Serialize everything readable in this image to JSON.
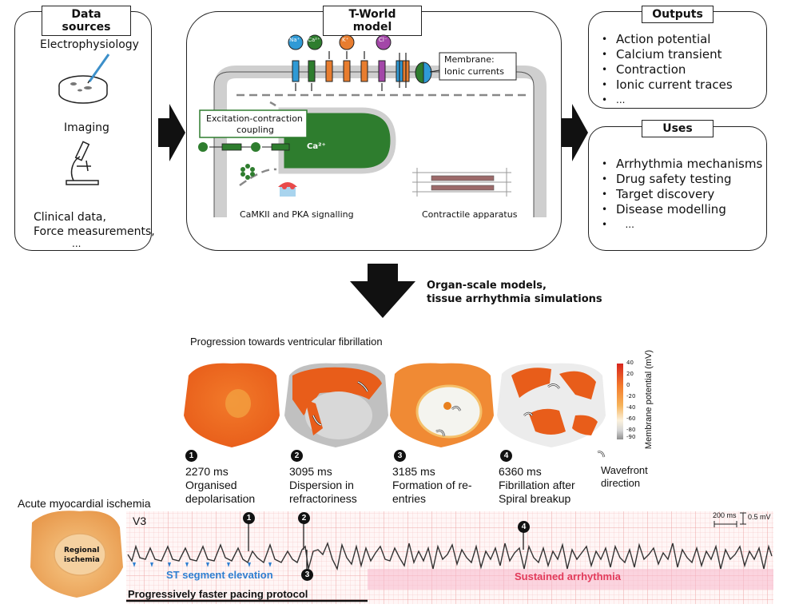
{
  "data_sources": {
    "title": "Data sources",
    "electrophysiology": "Electrophysiology",
    "imaging": "Imaging",
    "clinical_line1": "Clinical data,",
    "clinical_line2": "Force measurements,",
    "ellipsis": "..."
  },
  "tworld": {
    "title": "T-World model",
    "ions": [
      "Na⁺",
      "Ca²⁺",
      "K⁺",
      "Cl⁻"
    ],
    "membrane_line1": "Membrane:",
    "membrane_line2": "Ionic currents",
    "ec_line1": "Excitation-contraction",
    "ec_line2": "coupling",
    "ca_label": "Ca²⁺",
    "camkii": "CaMKII and PKA signalling",
    "contractile": "Contractile apparatus"
  },
  "outputs": {
    "title": "Outputs",
    "items": [
      "Action potential",
      "Calcium transient",
      "Contraction",
      "Ionic current traces",
      "..."
    ]
  },
  "uses": {
    "title": "Uses",
    "items": [
      "Arrhythmia mechanisms",
      "Drug safety testing",
      "Target discovery",
      "Disease modelling",
      "   ..."
    ]
  },
  "organ": {
    "line1": "Organ-scale models,",
    "line2": "tissue arrhythmia simulations"
  },
  "progression": {
    "title": "Progression towards ventricular fibrillation",
    "steps": [
      {
        "num": "1",
        "time": "2270 ms",
        "line1": "Organised",
        "line2": "depolarisation"
      },
      {
        "num": "2",
        "time": "3095 ms",
        "line1": "Dispersion in",
        "line2": "refractoriness"
      },
      {
        "num": "3",
        "time": "3185 ms",
        "line1": "Formation of re-",
        "line2": "entries"
      },
      {
        "num": "4",
        "time": "6360 ms",
        "line1": "Fibrillation after",
        "line2": "Spiral breakup"
      }
    ],
    "wavefront_line1": "Wavefront",
    "wavefront_line2": "direction",
    "colorbar_label": "Membrane potential (mV)",
    "colorbar_ticks": [
      "40",
      "20",
      "0",
      "-20",
      "-40",
      "-60",
      "-80",
      "-90"
    ]
  },
  "ecg": {
    "ischemia_title": "Acute myocardial ischemia",
    "regional_line1": "Regional",
    "regional_line2": "ischemia",
    "lead": "V3",
    "scale_time": "200 ms",
    "scale_voltage": "0.5 mV",
    "st_label": "ST segment elevation",
    "sustained_label": "Sustained arrhythmia",
    "pacing_label": "Progressively faster pacing protocol",
    "markers": [
      "1",
      "2",
      "3",
      "4"
    ]
  }
}
